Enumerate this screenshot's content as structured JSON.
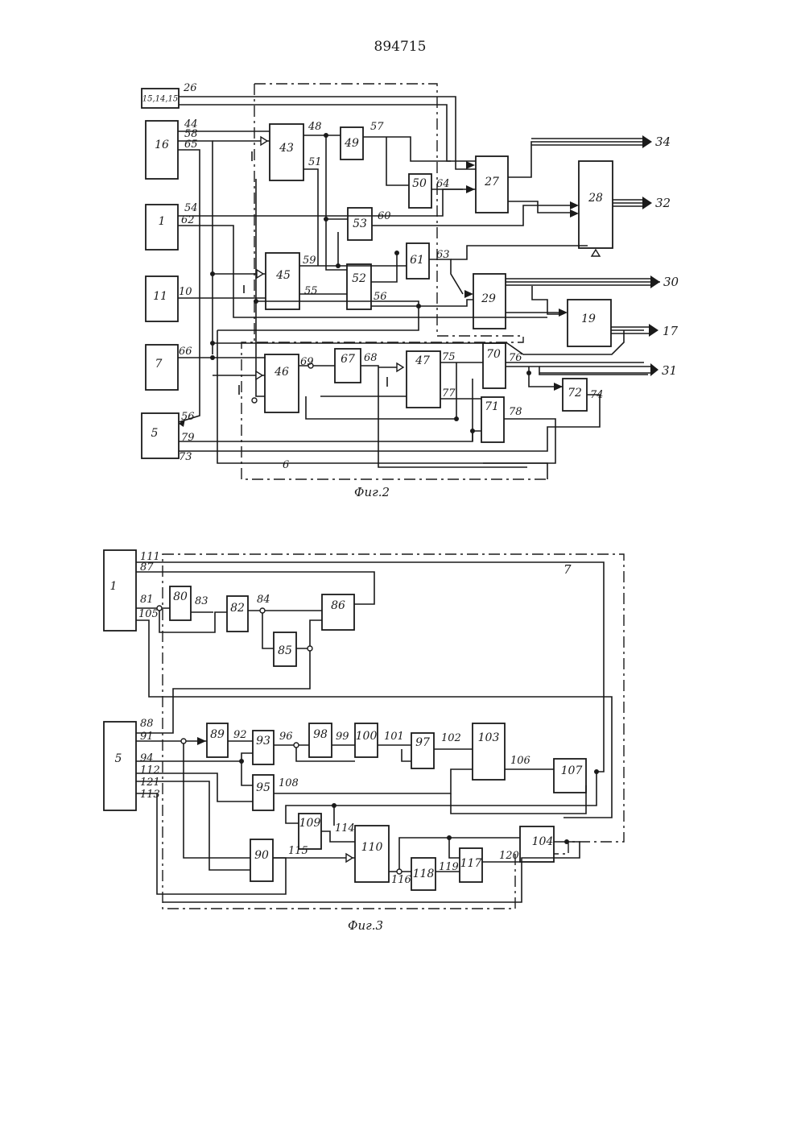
{
  "patent_number": "894715",
  "fig2": {
    "caption": "Фиг.2",
    "unit_label": "6",
    "blocks": [
      "15,14,15",
      "16",
      "1",
      "11",
      "7",
      "5",
      "43",
      "45",
      "46",
      "47",
      "49",
      "50",
      "52",
      "53",
      "61",
      "67",
      "70",
      "71",
      "72",
      "27",
      "28",
      "29",
      "19"
    ],
    "signals": [
      "26",
      "44",
      "58",
      "65",
      "54",
      "62",
      "10",
      "66",
      "56",
      "79",
      "73",
      "48",
      "57",
      "51",
      "64",
      "60",
      "59",
      "55",
      "56",
      "63",
      "69",
      "68",
      "75",
      "76",
      "77",
      "78",
      "74"
    ],
    "outputs": [
      "34",
      "32",
      "30",
      "17",
      "31"
    ]
  },
  "fig3": {
    "caption": "Фиг.3",
    "unit_label": "7",
    "blocks": [
      "1",
      "5",
      "80",
      "82",
      "85",
      "86",
      "89",
      "93",
      "95",
      "98",
      "100",
      "97",
      "103",
      "107",
      "109",
      "110",
      "90",
      "118",
      "117",
      "104"
    ],
    "signals": [
      "111",
      "87",
      "81",
      "105",
      "83",
      "84",
      "88",
      "91",
      "94",
      "112",
      "121",
      "113",
      "92",
      "96",
      "99",
      "101",
      "102",
      "106",
      "108",
      "114",
      "115",
      "116",
      "119",
      "120"
    ]
  }
}
